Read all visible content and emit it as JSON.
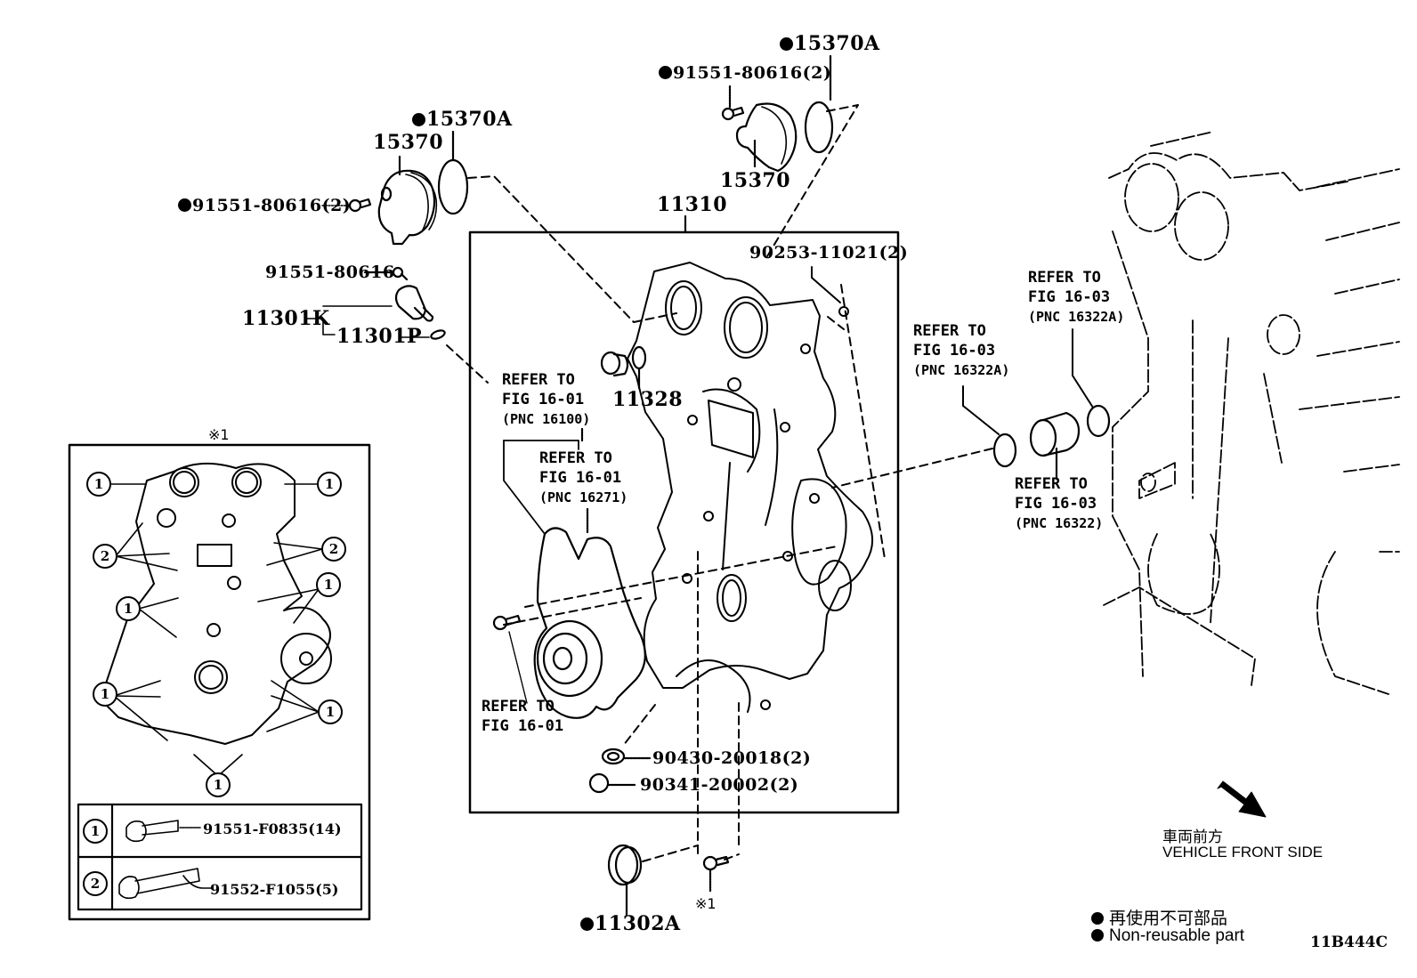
{
  "diagram": {
    "figure_code": "11B444C",
    "main_frame_label": "11310",
    "callouts": {
      "cam_sensor_left_oring": "15370A",
      "cam_sensor_left": "15370",
      "cam_sensor_left_bolt": "91551-80616(2)",
      "cam_sensor_right_oring": "15370A",
      "cam_sensor_right_bolt": "91551-80616(2)",
      "cam_sensor_right": "15370",
      "ocv_bolt": "91551-80616",
      "ocv_assy": "11301K",
      "ocv_oring": "11301P",
      "plug_11328": "11328",
      "stud_bolt": "90253-11021(2)",
      "gasket_90430": "90430-20018(2)",
      "plug_90341": "90341-20002(2)",
      "oil_seal": "11302A",
      "bolt_ref_mark": "※1"
    },
    "non_reusable": [
      "cam_sensor_left_oring",
      "cam_sensor_left_bolt",
      "cam_sensor_right_oring",
      "cam_sensor_right_bolt",
      "oil_seal"
    ],
    "refer_notes": [
      {
        "id": "pnc16100",
        "line1": "REFER TO",
        "line2": "FIG 16-01",
        "line3": "(PNC 16100)"
      },
      {
        "id": "pnc16271",
        "line1": "REFER TO",
        "line2": "FIG 16-01",
        "line3": "(PNC 16271)"
      },
      {
        "id": "pump_bolt",
        "line1": "REFER TO",
        "line2": "FIG 16-01",
        "line3": ""
      },
      {
        "id": "pnc16322a_left",
        "line1": "REFER TO",
        "line2": "FIG 16-03",
        "line3": "(PNC 16322A)"
      },
      {
        "id": "pnc16322a_right",
        "line1": "REFER TO",
        "line2": "FIG 16-03",
        "line3": "(PNC 16322A)"
      },
      {
        "id": "pnc16322",
        "line1": "REFER TO",
        "line2": "FIG 16-03",
        "line3": "(PNC 16322)"
      }
    ],
    "inset": {
      "title": "※1",
      "bolt_table": [
        {
          "key": "1",
          "part": "91551-F0835(14)"
        },
        {
          "key": "2",
          "part": "91552-F1055(5)"
        }
      ],
      "markers": [
        "1",
        "1",
        "2",
        "2",
        "1",
        "1",
        "1",
        "1",
        "1"
      ]
    },
    "direction": {
      "label_jp": "車両前方",
      "label_en": "VEHICLE FRONT SIDE"
    },
    "legend": {
      "jp": "再使用不可部品",
      "en": "Non-reusable part"
    }
  }
}
